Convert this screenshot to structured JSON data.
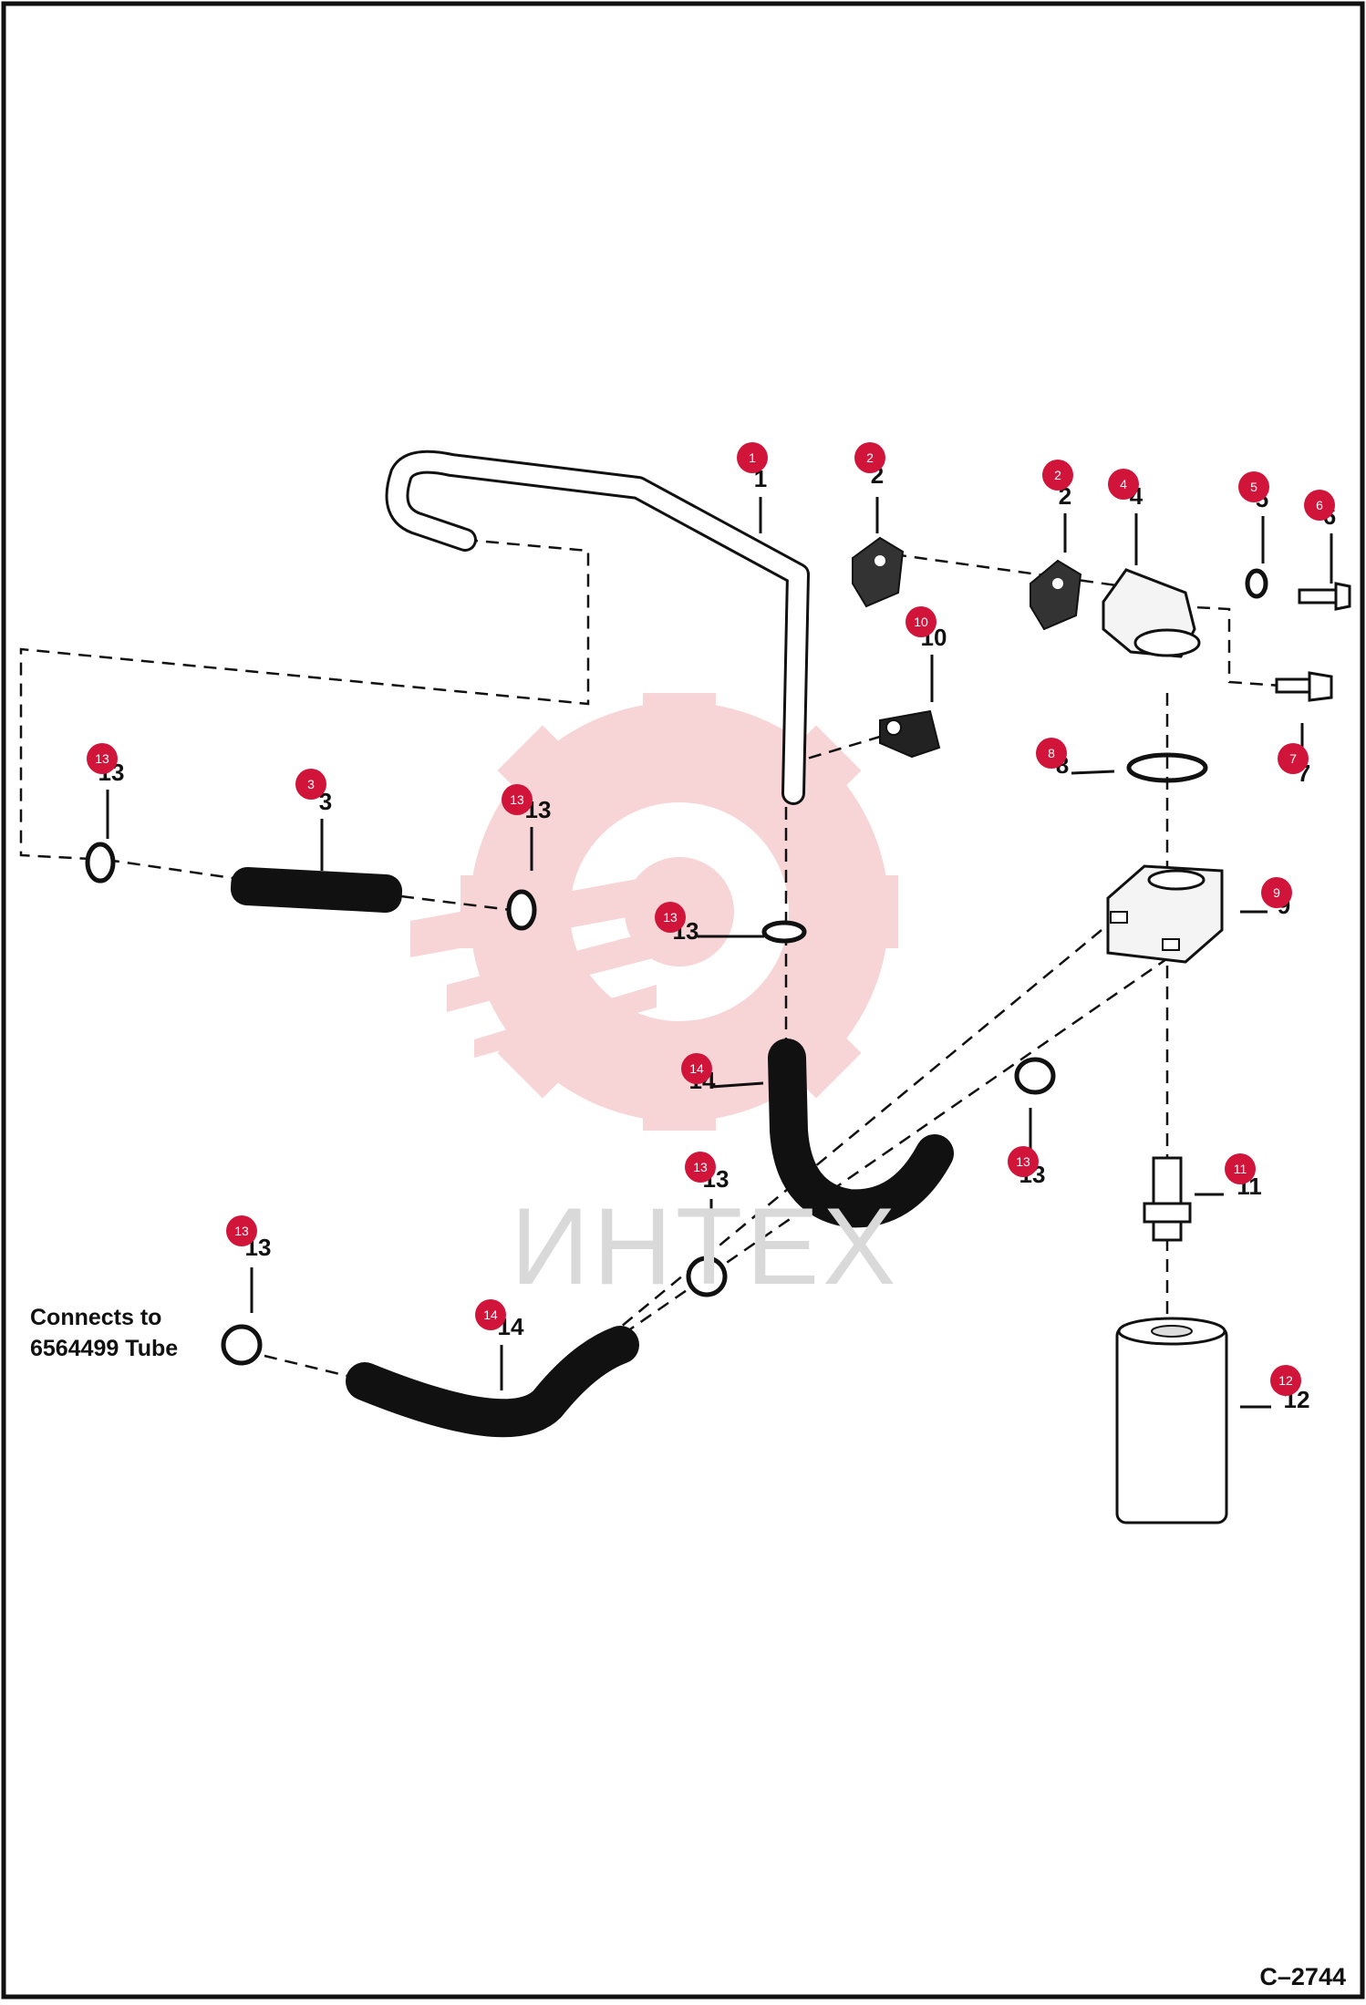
{
  "diagram": {
    "note_lines": [
      "Connects to",
      "6564499 Tube"
    ],
    "drawing_number": "C–2744",
    "watermark": "ИНТЕХ",
    "colors": {
      "callout_badge": "#d1143a",
      "ink": "#111111",
      "watermark": "#f6c7c9"
    },
    "callouts": [
      {
        "num": "1"
      },
      {
        "num": "2"
      },
      {
        "num": "2"
      },
      {
        "num": "4"
      },
      {
        "num": "5"
      },
      {
        "num": "6"
      },
      {
        "num": "10"
      },
      {
        "num": "13"
      },
      {
        "num": "3"
      },
      {
        "num": "13"
      },
      {
        "num": "8"
      },
      {
        "num": "7"
      },
      {
        "num": "13"
      },
      {
        "num": "9"
      },
      {
        "num": "14"
      },
      {
        "num": "13"
      },
      {
        "num": "13"
      },
      {
        "num": "11"
      },
      {
        "num": "13"
      },
      {
        "num": "14"
      },
      {
        "num": "12"
      }
    ]
  }
}
